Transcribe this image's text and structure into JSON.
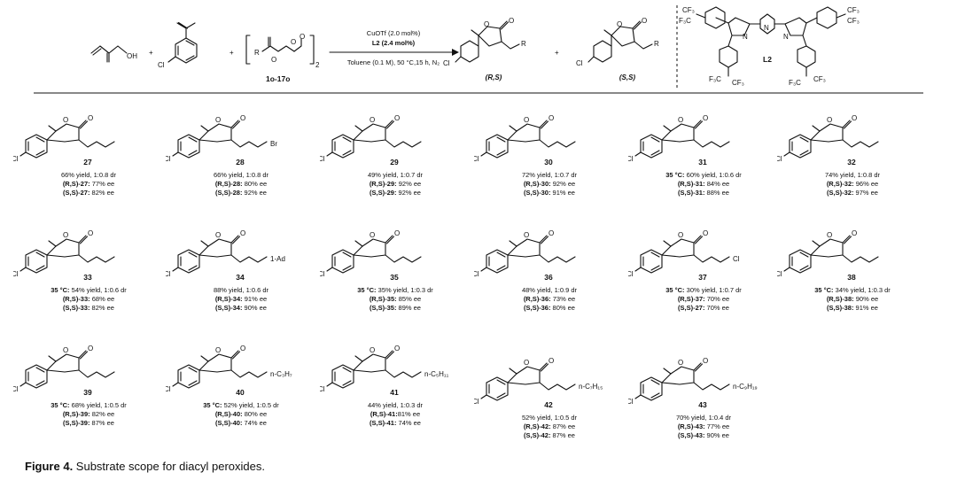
{
  "scheme": {
    "reagent1_label": "OH",
    "reagent2_label": "Cl",
    "plus": "+",
    "reagent3_r": "R",
    "reagent3_sub": "2",
    "reagent3_id": "1o-17o",
    "conditions_line1": "CuOTf (2.0 mol%)",
    "conditions_line2": "L2 (2.4 mol%)",
    "conditions_line3": "Toluene (0.1 M), 50 °C,15 h, N₂",
    "product1_label": "(R,S)",
    "product2_label": "(S,S)",
    "product_r": "R",
    "product_cl": "Cl",
    "ligand_label": "L2",
    "cf3": "CF₃",
    "f3c": "F₃C"
  },
  "compounds": [
    {
      "id": "27",
      "l1": "66% yield, 1:0.8 dr",
      "l2a": "(R,S)-27:",
      "l2b": " 77% ee",
      "l3a": "(S,S)-27:",
      "l3b": " 82% ee"
    },
    {
      "id": "28",
      "side": "Br",
      "l1": "66% yield, 1:0.8 dr",
      "l2a": "(R,S)-28:",
      "l2b": " 80% ee",
      "l3a": "(S,S)-28:",
      "l3b": " 92% ee"
    },
    {
      "id": "29",
      "l1": "49% yield, 1:0.7 dr",
      "l2a": "(R,S)-29:",
      "l2b": " 92% ee",
      "l3a": "(S,S)-29:",
      "l3b": " 92% ee"
    },
    {
      "id": "30",
      "l1": "72% yield, 1:0.7 dr",
      "l2a": "(R,S)-30:",
      "l2b": " 92% ee",
      "l3a": "(S,S)-30:",
      "l3b": " 91% ee"
    },
    {
      "id": "31",
      "pre": "35 °C:",
      "l1": " 60% yield, 1:0.6 dr",
      "l2a": "(R,S)-31:",
      "l2b": " 84% ee",
      "l3a": "(S,S)-31:",
      "l3b": " 88% ee"
    },
    {
      "id": "32",
      "l1": "74% yield, 1:0.8 dr",
      "l2a": "(R,S)-32:",
      "l2b": " 96% ee",
      "l3a": "(S,S)-32:",
      "l3b": " 97% ee"
    },
    {
      "id": "33",
      "pre": "35 °C:",
      "l1": " 54% yield, 1:0.6 dr",
      "l2a": "(R,S)-33:",
      "l2b": " 68% ee",
      "l3a": "(S,S)-33:",
      "l3b": " 82% ee"
    },
    {
      "id": "34",
      "side": "1-Ad",
      "l1": "88% yield, 1:0.6 dr",
      "l2a": "(R,S)-34:",
      "l2b": " 91% ee",
      "l3a": "(S,S)-34:",
      "l3b": " 90% ee"
    },
    {
      "id": "35",
      "pre": "35 °C:",
      "l1": " 35% yield, 1:0.3 dr",
      "l2a": "(R,S)-35:",
      "l2b": " 85% ee",
      "l3a": "(S,S)-35:",
      "l3b": " 89% ee"
    },
    {
      "id": "36",
      "l1": "48% yield, 1:0.9 dr",
      "l2a": "(R,S)-36:",
      "l2b": " 73% ee",
      "l3a": "(S,S)-36:",
      "l3b": " 80% ee"
    },
    {
      "id": "37",
      "side": "Cl",
      "pre": "35 °C:",
      "l1": " 30% yield, 1:0.7 dr",
      "l2a": "(R,S)-37:",
      "l2b": " 70% ee",
      "l3a": "(S,S)-27:",
      "l3b": " 70% ee"
    },
    {
      "id": "38",
      "pre": "35 °C:",
      "l1": " 34% yield, 1:0.3 dr",
      "l2a": "(R,S)-38:",
      "l2b": " 90% ee",
      "l3a": "(S,S)-38:",
      "l3b": " 91% ee"
    },
    {
      "id": "39",
      "pre": "35 °C:",
      "l1": " 68% yield, 1:0.5 dr",
      "l2a": "(R,S)-39:",
      "l2b": " 82% ee",
      "l3a": "(S,S)-39:",
      "l3b": " 87% ee"
    },
    {
      "id": "40",
      "side": "n-C₃H₇",
      "pre": "35 °C:",
      "l1": " 52% yield, 1:0.5 dr",
      "l2a": "(R,S)-40:",
      "l2b": " 80% ee",
      "l3a": "(S,S)-40:",
      "l3b": " 74% ee"
    },
    {
      "id": "41",
      "side": "n-C₅H₁₁",
      "l1": "44% yield, 1:0.3 dr",
      "l2a": "(R,S)-41:",
      "l2b": "81% ee",
      "l3a": "(S,S)-41:",
      "l3b": " 74% ee"
    },
    {
      "id": "42",
      "side": "n-C₇H₁₅",
      "l1": "52% yield, 1:0.5 dr",
      "l2a": "(R,S)-42:",
      "l2b": " 87% ee",
      "l3a": "(S,S)-42:",
      "l3b": " 87% ee"
    },
    {
      "id": "43",
      "side": "n-C₉H₁₉",
      "l1": "70% yield, 1:0.4 dr",
      "l2a": "(R,S)-43:",
      "l2b": " 77% ee",
      "l3a": "(S,S)-43:",
      "l3b": " 90% ee"
    }
  ],
  "caption": {
    "bold": "Figure 4.",
    "text": " Substrate scope for diacyl peroxides."
  },
  "cl_label": "Cl"
}
